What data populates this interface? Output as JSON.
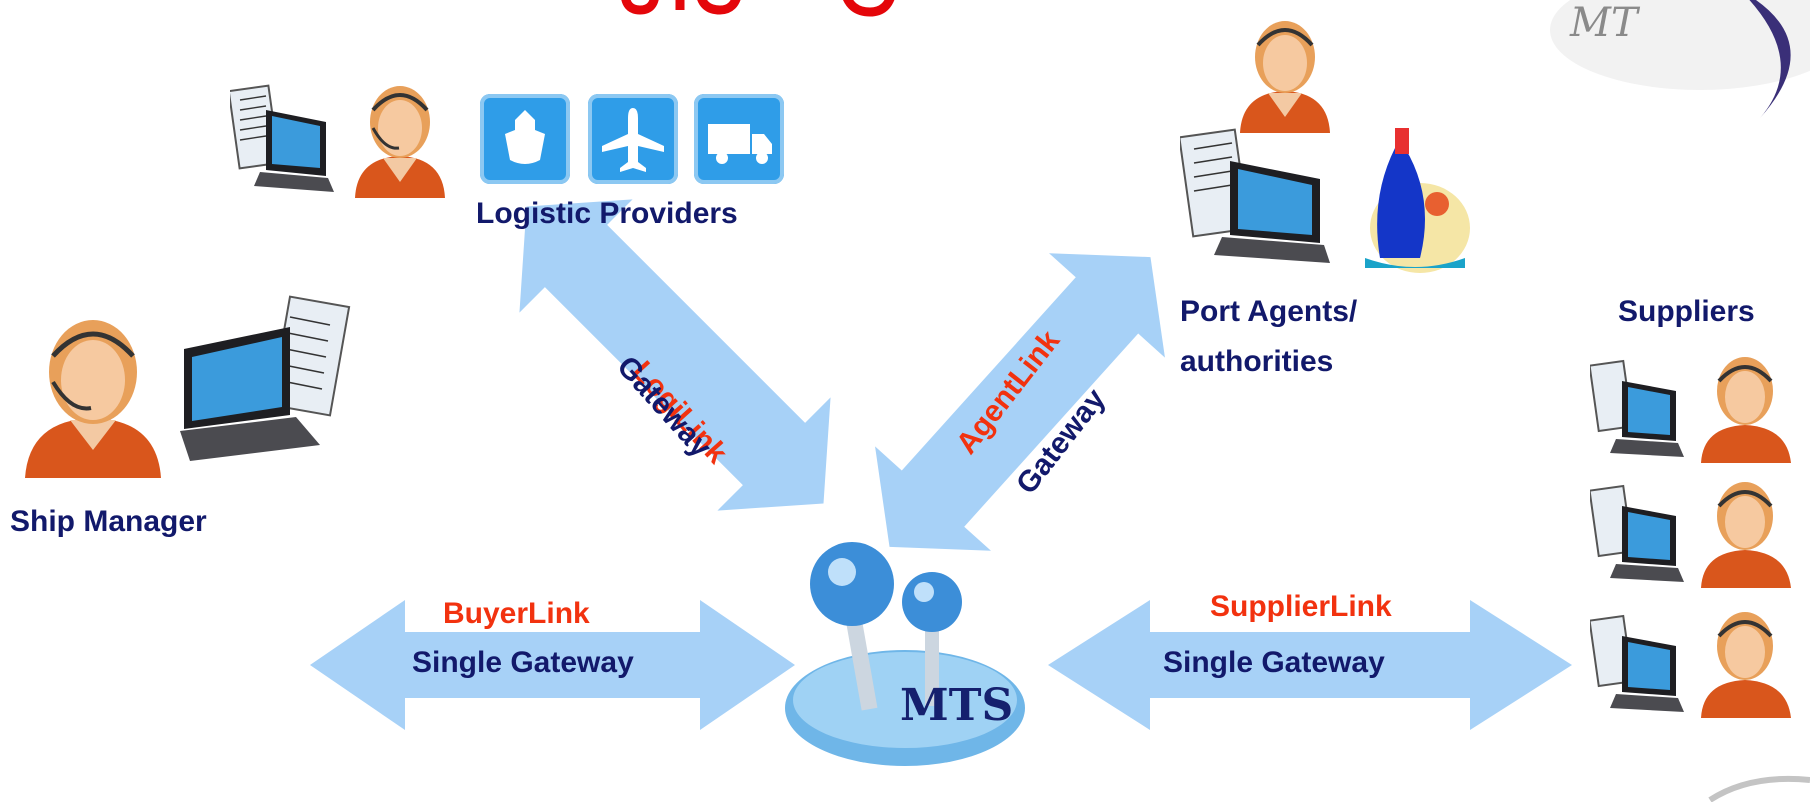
{
  "nodes": {
    "logistic_providers": "Logistic Providers",
    "port_agents_line1": "Port Agents/",
    "port_agents_line2": "authorities",
    "suppliers": "Suppliers",
    "ship_manager": "Ship Manager",
    "hub": "MTS"
  },
  "links": {
    "logilink": {
      "name": "LogiLink",
      "gateway": "Gateway"
    },
    "agentlink": {
      "name": "AgentLink",
      "gateway": "Gateway"
    },
    "buyerlink": {
      "name": "BuyerLink",
      "gateway": "Single Gateway"
    },
    "supplierlink": {
      "name": "SupplierLink",
      "gateway": "Single Gateway"
    }
  },
  "colors": {
    "arrow": "#a7d1f7",
    "label_navy": "#12196b",
    "label_red": "#f2320f",
    "title_red": "#e4060a",
    "icon_blue": "#2f9de8"
  },
  "icons": [
    "laptop-icon",
    "operator-icon",
    "ship-icon",
    "airplane-icon",
    "truck-icon",
    "cargo-ship-icon",
    "mts-joystick-icon",
    "mts-logo-icon"
  ]
}
